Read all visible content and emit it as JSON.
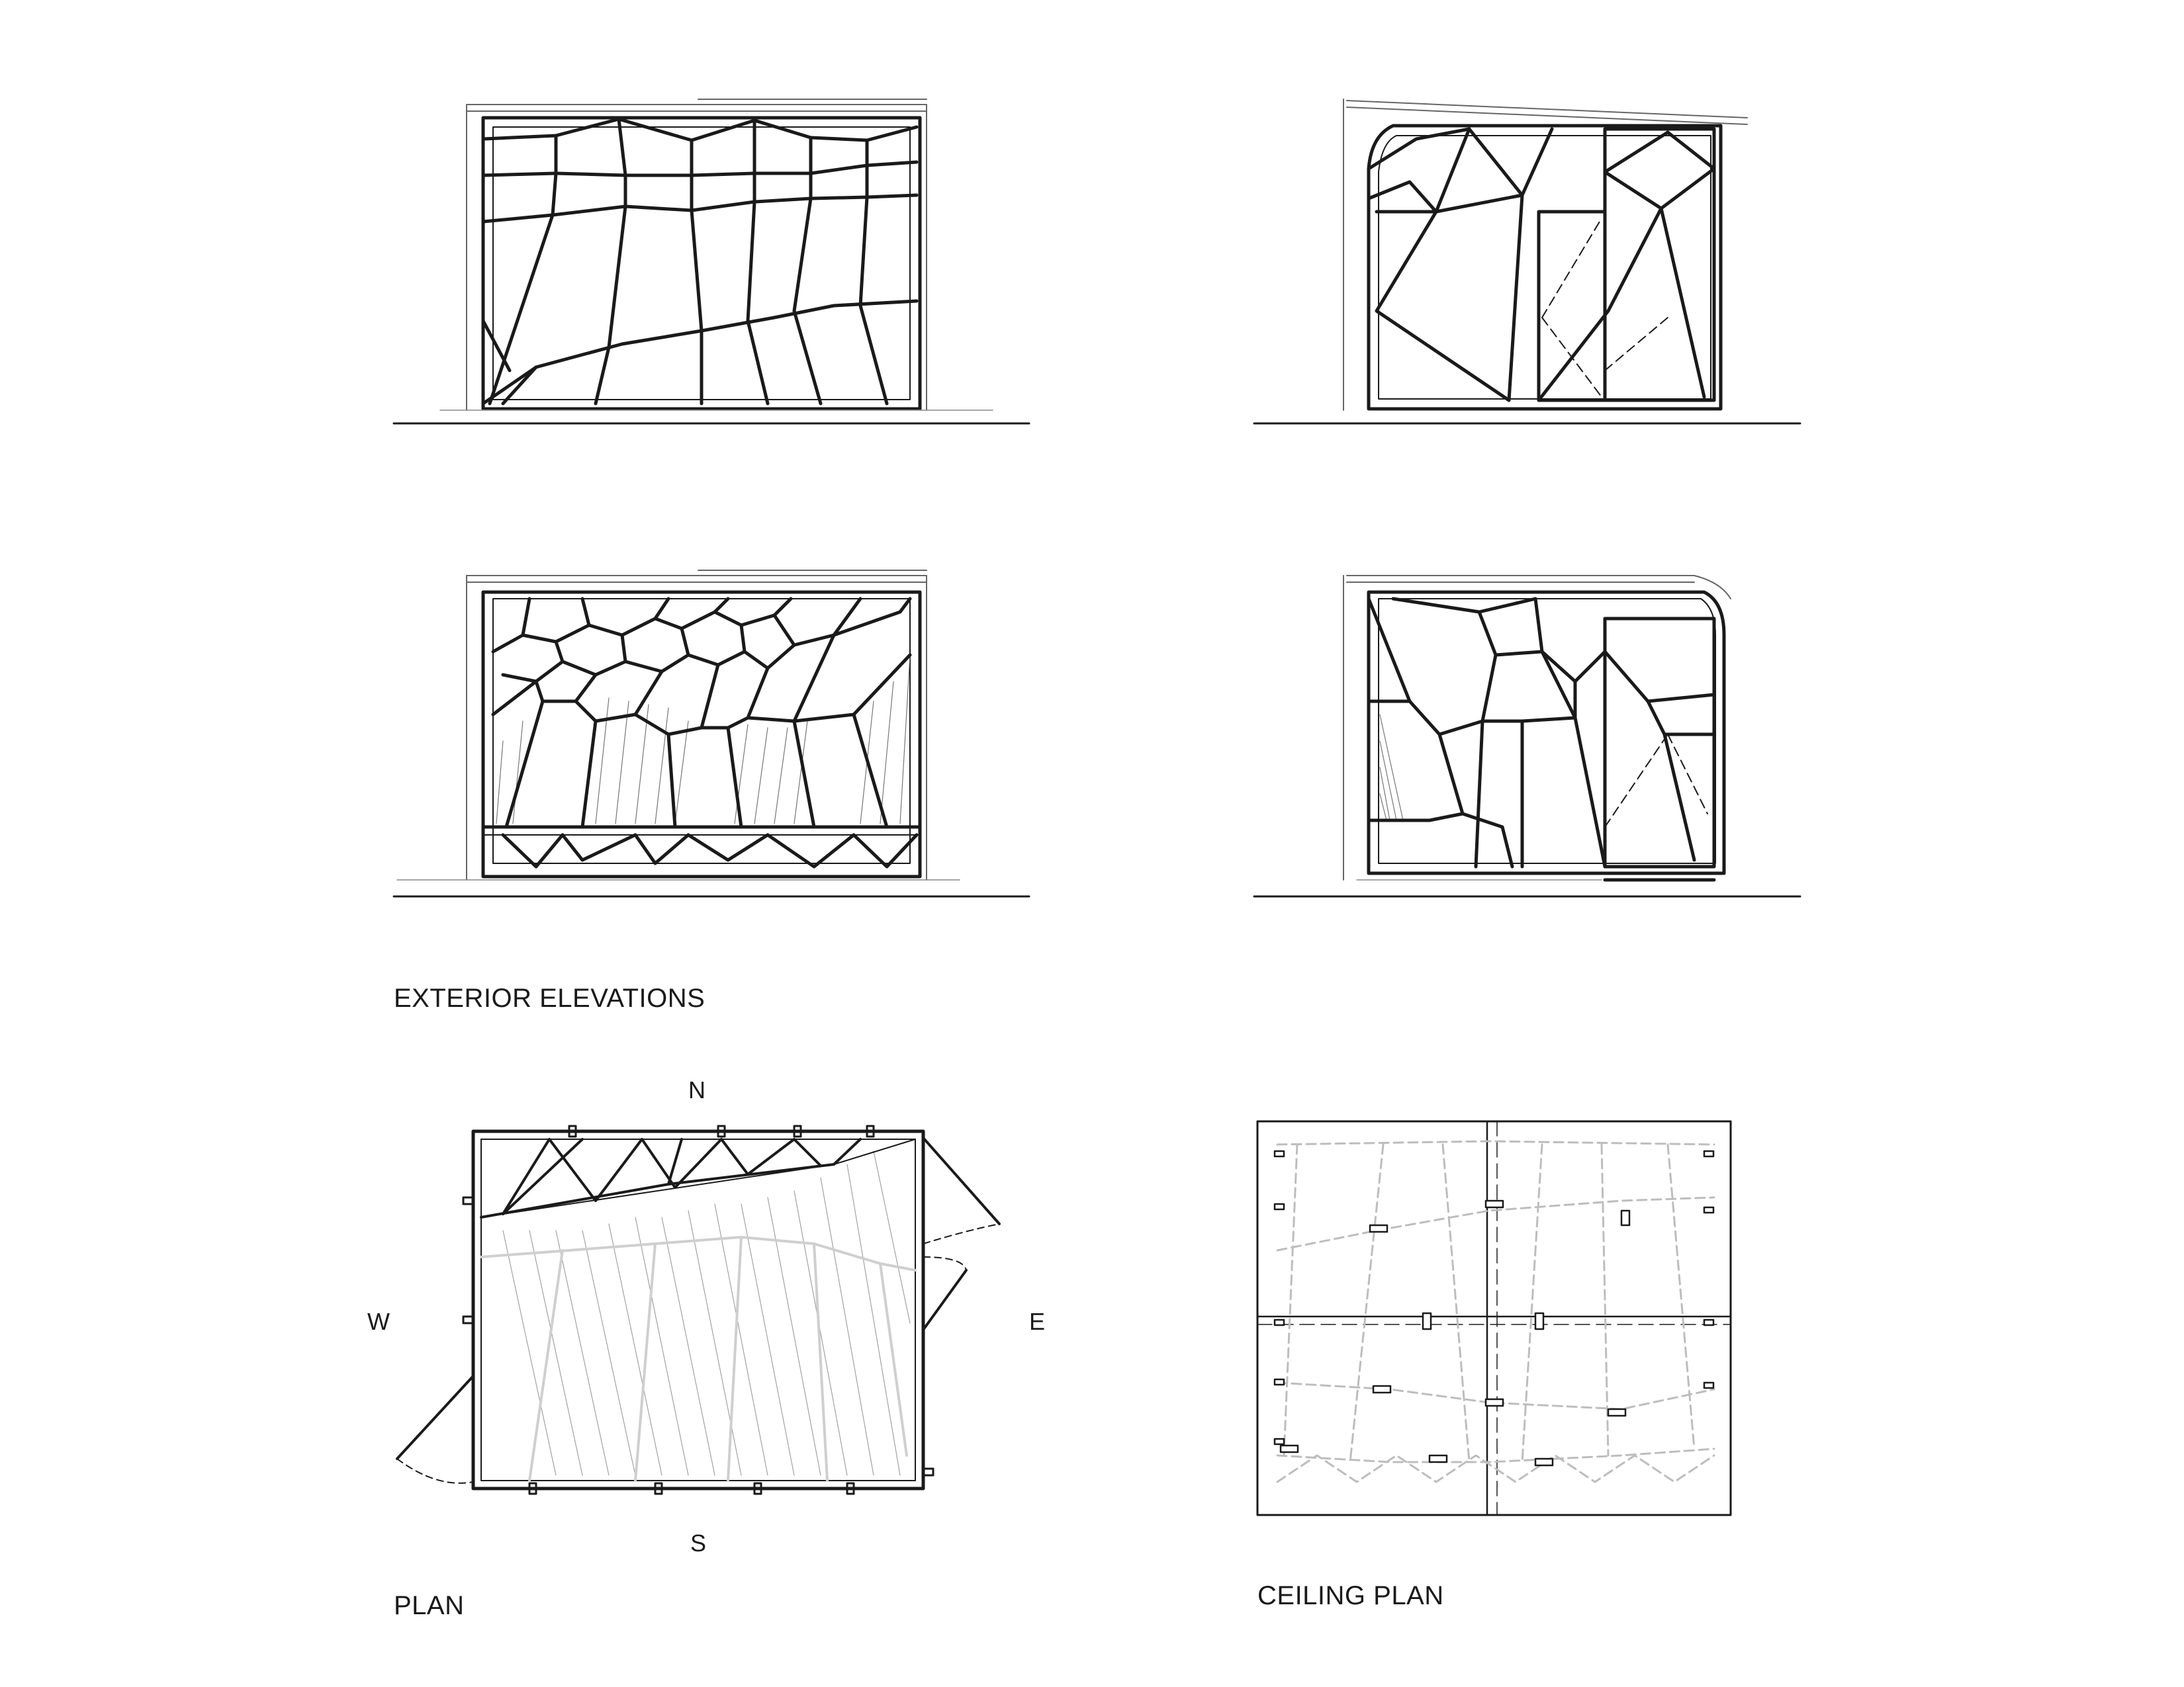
{
  "labels": {
    "exterior_elevations": "EXTERIOR ELEVATIONS",
    "plan": "PLAN",
    "ceiling_plan": "CEILING PLAN"
  },
  "compass": {
    "north": "N",
    "south": "S",
    "west": "W",
    "east": "E"
  },
  "colors": {
    "ink": "#1a1a1a",
    "faint": "#9a9a9a",
    "background": "#ffffff"
  }
}
